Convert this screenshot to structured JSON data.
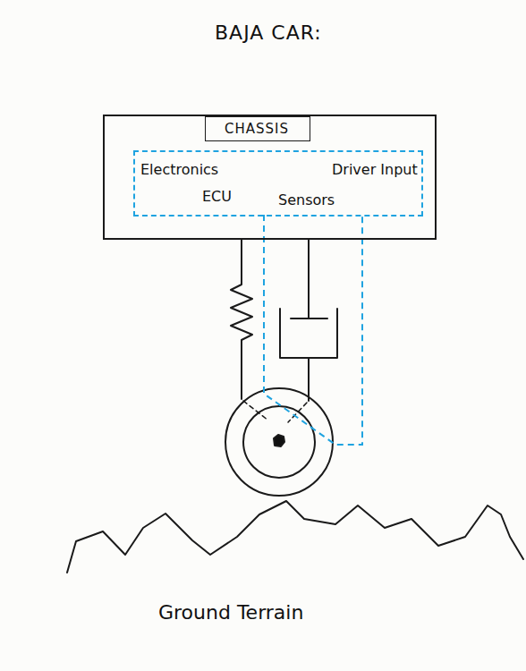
{
  "diagram": {
    "title": "BAJA CAR:",
    "nodes": [
      {
        "text": [
          "CHASSIS"
        ]
      },
      {
        "text": [
          "Electronics",
          "Driver Input",
          "ECU",
          "Sensors"
        ],
        "in": 0
      }
    ],
    "labels": [
      "Ground Terrain"
    ]
  }
}
